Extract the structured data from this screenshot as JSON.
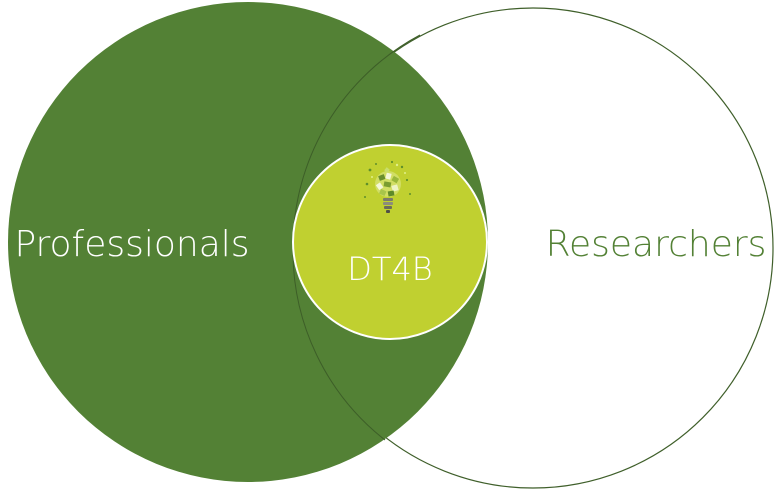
{
  "diagram": {
    "left_set": {
      "label": "Professionals",
      "fill": "#538135",
      "text_color": "#ffffff"
    },
    "right_set": {
      "label": "Researchers",
      "fill": "#ffffff",
      "stroke": "#3f5f2a",
      "text_color": "#538135"
    },
    "intersection": {
      "label": "DT4B",
      "fill": "#c0d030",
      "stroke": "#ffffff",
      "text_color": "#ffffff",
      "icon": "lightbulb-icon"
    }
  }
}
